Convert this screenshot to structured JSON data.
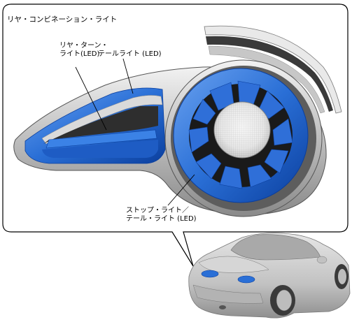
{
  "title": "リヤ・コンビネーション・ライト",
  "labels": {
    "rear_turn_line1": "リヤ・ターン・",
    "rear_turn_line2": "ライト(LED)",
    "tail_light": "テールライト (LED)",
    "stop_tail_line1": "ストップ・ライト／",
    "stop_tail_line2": "テール・ライト (LED)"
  },
  "colors": {
    "lens_blue": "#2a6fd6",
    "lens_blue_dark": "#0b3f9e",
    "chrome": "#d4d4d4",
    "housing_dark": "#333333",
    "car_body": "#c9c9c9"
  }
}
